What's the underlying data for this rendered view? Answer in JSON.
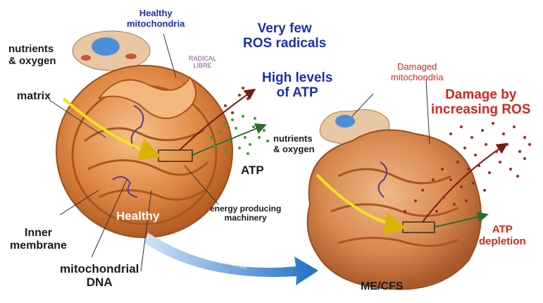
{
  "labels": {
    "healthy_mito": "Healthy\nmitochondria",
    "few_ros": "Very few\nROS radicals",
    "radical_libre": "RADICAL\nLIBRE",
    "high_atp": "High levels\nof ATP",
    "nutrients_left": "nutrients\n& oxygen",
    "matrix": "matrix",
    "atp": "ATP",
    "healthy": "Healthy",
    "energy_machinery": "energy producing\nmachinery",
    "inner_membrane": "Inner\nmembrane",
    "mito_dna": "mitochondrial\nDNA",
    "time": "TIME",
    "damaged_mito": "Damaged\nmitochondria",
    "damage_ros": "Damage by\nincreasing ROS",
    "nutrients_right": "nutrients\n& oxygen",
    "atp_depletion": "ATP\ndepletion",
    "mecfs": "ME/CFS"
  },
  "colors": {
    "organelle": "#e08a45",
    "organelle_dark": "#b35a22",
    "ros": "#8a1a14",
    "atp": "#2f8a2f",
    "arrow": "#2d7fd0",
    "input": "#f2e41c"
  }
}
